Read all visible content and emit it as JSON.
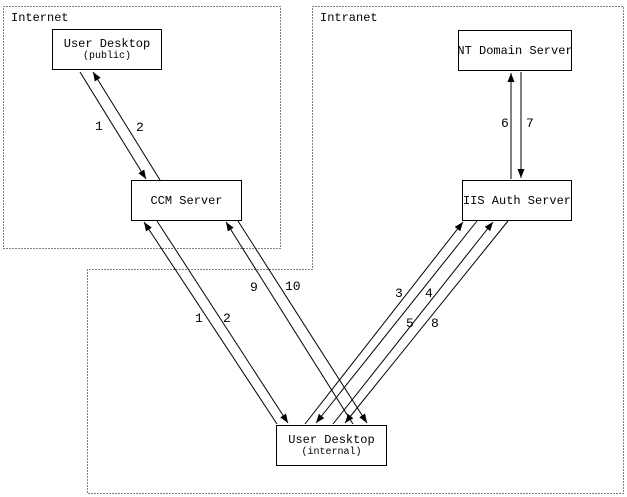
{
  "colors": {
    "foreground": "#000000",
    "background": "#ffffff"
  },
  "regions": [
    {
      "id": "internet",
      "label": "Internet"
    },
    {
      "id": "intranet",
      "label": "Intranet"
    }
  ],
  "nodes": [
    {
      "id": "user-desktop-public",
      "title": "User Desktop",
      "subtitle": "(public)"
    },
    {
      "id": "ccm-server",
      "title": "CCM Server"
    },
    {
      "id": "nt-domain-server",
      "title": "NT Domain Server"
    },
    {
      "id": "iis-auth-server",
      "title": "IIS Auth Server"
    },
    {
      "id": "user-desktop-internal",
      "title": "User Desktop",
      "subtitle": "(internal)"
    }
  ],
  "edges": [
    {
      "label": "1",
      "from": "user-desktop-public",
      "to": "ccm-server"
    },
    {
      "label": "2",
      "from": "ccm-server",
      "to": "user-desktop-public"
    },
    {
      "label": "6",
      "from": "iis-auth-server",
      "to": "nt-domain-server"
    },
    {
      "label": "7",
      "from": "nt-domain-server",
      "to": "iis-auth-server"
    },
    {
      "label": "1",
      "from": "user-desktop-internal",
      "to": "ccm-server"
    },
    {
      "label": "2",
      "from": "ccm-server",
      "to": "user-desktop-internal"
    },
    {
      "label": "9",
      "from": "user-desktop-internal",
      "to": "ccm-server"
    },
    {
      "label": "10",
      "from": "ccm-server",
      "to": "user-desktop-internal"
    },
    {
      "label": "3",
      "from": "user-desktop-internal",
      "to": "iis-auth-server"
    },
    {
      "label": "4",
      "from": "iis-auth-server",
      "to": "user-desktop-internal"
    },
    {
      "label": "5",
      "from": "user-desktop-internal",
      "to": "iis-auth-server"
    },
    {
      "label": "8",
      "from": "iis-auth-server",
      "to": "user-desktop-internal"
    }
  ]
}
